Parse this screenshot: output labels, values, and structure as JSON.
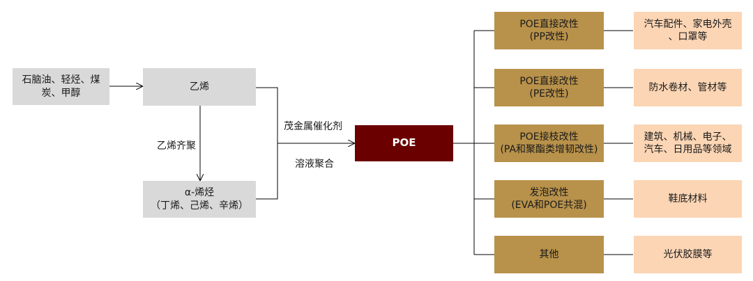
{
  "inputs": {
    "raw_materials": "石脑油、轻烃、煤\n炭、甲醇"
  },
  "monomers": {
    "ethylene": "乙烯",
    "alpha_olefin": "α-烯烃\n（丁烯、己烯、辛烯）",
    "polymerize_label": "乙烯齐聚"
  },
  "process": {
    "catalyst": "茂金属催化剂",
    "method": "溶液聚合"
  },
  "product": {
    "name": "POE"
  },
  "modifications": [
    {
      "name": "POE直接改性\n(PP改性)",
      "application": "汽车配件、家电外壳\n、口罩等"
    },
    {
      "name": "POE直接改性\n(PE改性)",
      "application": "防水卷材、管材等"
    },
    {
      "name": "POE接枝改性\n(PA和聚酯类增韧改性)",
      "application": "建筑、机械、电子、\n汽车、日用品等领域"
    },
    {
      "name": "发泡改性\n(EVA和POE共混)",
      "application": "鞋底材料"
    },
    {
      "name": "其他",
      "application": "光伏胶膜等"
    }
  ]
}
